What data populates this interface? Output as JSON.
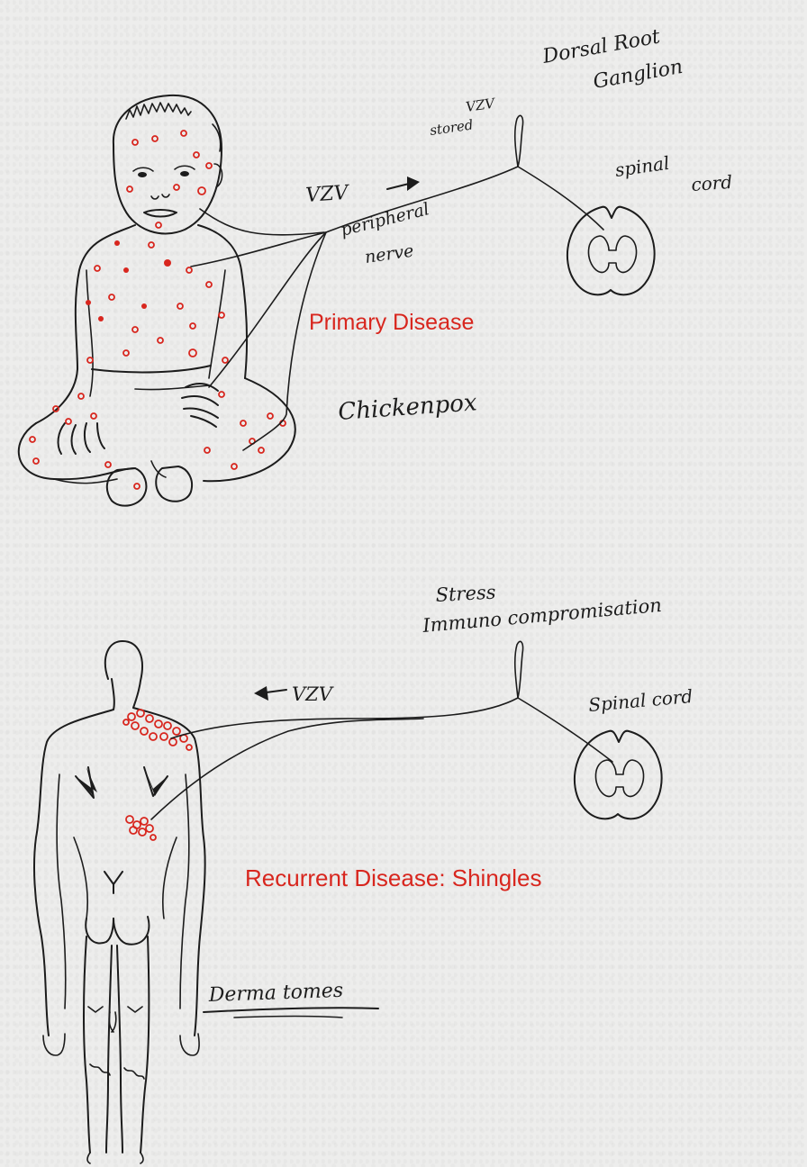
{
  "labels": {
    "dorsal_root_ganglion": [
      "Dorsal Root",
      "Ganglion"
    ],
    "vzv_stored": [
      "VZV",
      "stored"
    ],
    "vzv_top": "VZV",
    "peripheral_nerve": [
      "peripheral",
      "nerve"
    ],
    "spinal_cord_top": [
      "spinal",
      "cord"
    ],
    "primary_disease": "Primary Disease",
    "chickenpox": "Chickenpox",
    "stress": "Stress",
    "immunocompromisation": "Immuno compromisation",
    "vzv_bottom": "VZV",
    "spinal_cord_bottom": "Spinal cord",
    "recurrent_disease": "Recurrent Disease:  Shingles",
    "dermatomes": "Derma tomes"
  },
  "colors": {
    "ink": "#1c1c1c",
    "accent_red": "#d8261e",
    "paper": "#ededec"
  }
}
